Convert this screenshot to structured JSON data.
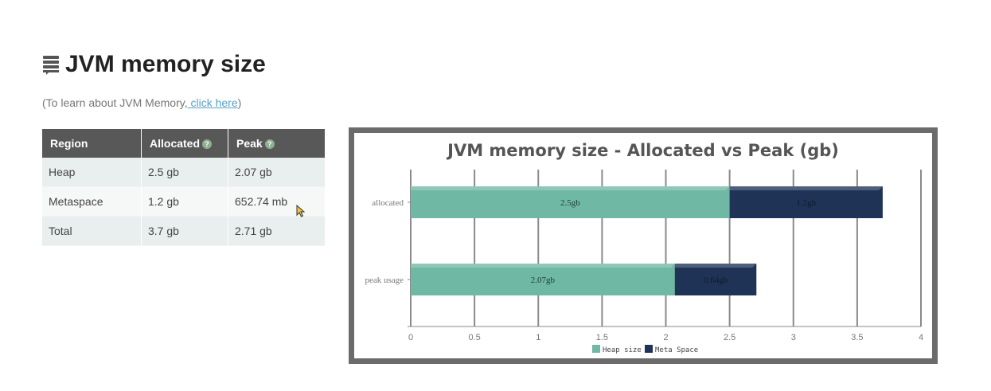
{
  "header": {
    "title": "JVM memory size",
    "icon": "stacked-paper-icon",
    "note_prefix": "(To learn about JVM Memory,",
    "note_link": " click here",
    "note_suffix": ")"
  },
  "table": {
    "headers": [
      "Region",
      "Allocated",
      "Peak"
    ],
    "help_icon": "?",
    "rows": [
      {
        "region": "Heap",
        "allocated": "2.5 gb",
        "peak": "2.07 gb"
      },
      {
        "region": "Metaspace",
        "allocated": "1.2 gb",
        "peak": "652.74 mb"
      },
      {
        "region": "Total",
        "allocated": "3.7 gb",
        "peak": "2.71 gb"
      }
    ]
  },
  "chart_data": {
    "type": "bar",
    "orientation": "horizontal",
    "stacked": true,
    "title": "JVM memory size - Allocated vs Peak (gb)",
    "categories": [
      "allocated",
      "peak usage"
    ],
    "series": [
      {
        "name": "Heap size",
        "values": [
          2.5,
          2.07
        ],
        "labels": [
          "2.5gb",
          "2.07gb"
        ],
        "color": "#6fb8a4"
      },
      {
        "name": "Meta Space",
        "values": [
          1.2,
          0.64
        ],
        "labels": [
          "1.2gb",
          "0.64gb"
        ],
        "color": "#1e3356"
      }
    ],
    "x_ticks": [
      "0",
      "0.5",
      "1",
      "1.5",
      "2",
      "2.5",
      "3",
      "3.5",
      "4"
    ],
    "xlim": [
      0,
      4
    ],
    "grid": true,
    "legend_position": "bottom"
  },
  "colors": {
    "header_bg": "#585858",
    "link": "#5aa0c8",
    "frame": "#6b6b6b"
  }
}
